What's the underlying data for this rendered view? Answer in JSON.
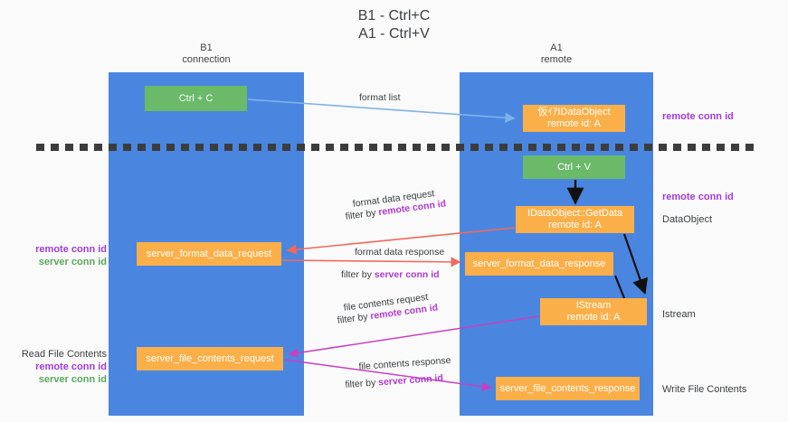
{
  "title": {
    "line1": "B1 - Ctrl+C",
    "line2": "A1 - Ctrl+V"
  },
  "columns": [
    {
      "name": "B1",
      "role": "connection"
    },
    {
      "name": "A1",
      "role": "remote"
    }
  ],
  "boxes": {
    "ctrl_c": {
      "label": "Ctrl + C",
      "color": "#6aba6a"
    },
    "idataobject": {
      "line1": "仮ｲｱIDataObject",
      "line2": "remote id: A",
      "color": "#fbaf49"
    },
    "ctrl_v": {
      "label": "Ctrl + V",
      "color": "#6aba6a"
    },
    "getdata": {
      "line1": "IDataObject::GetData",
      "line2": "remote id: A",
      "color": "#fbaf49"
    },
    "server_format_data_request": {
      "label": "server_format_data_request",
      "color": "#fbaf49"
    },
    "server_format_data_response": {
      "label": "server_format_data_response",
      "color": "#fbaf49"
    },
    "istream": {
      "line1": "IStream",
      "line2": "remote id: A",
      "color": "#fbaf49"
    },
    "server_file_contents_request": {
      "label": "server_file_contents_request",
      "color": "#fbaf49"
    },
    "server_file_contents_response": {
      "label": "server_file_contents_response",
      "color": "#fbaf49"
    }
  },
  "flows": {
    "format_list": "format list",
    "format_data_request": "format data request",
    "format_data_request_filter_prefix": "filter by ",
    "format_data_request_filter_key": "remote conn id",
    "format_data_response": "format data response",
    "format_data_response_filter_prefix": "filter by ",
    "format_data_response_filter_key": "server conn id",
    "file_contents_request": "file contents request",
    "file_contents_request_filter_prefix": "filter by ",
    "file_contents_request_filter_key": "remote conn id",
    "file_contents_response": "file contents response",
    "file_contents_response_filter_prefix": "filter by ",
    "file_contents_response_filter_key": "server conn id"
  },
  "side_labels": {
    "left_top_remote": "remote conn id",
    "left_top_server": "server conn id",
    "left_read_file_contents": "Read File Contents",
    "left_bottom_remote": "remote conn id",
    "left_bottom_server": "server conn id",
    "right_remote_1": "remote conn id",
    "right_remote_2": "remote conn id",
    "right_dataobject": "DataObject",
    "right_istream": "Istream",
    "right_write_file_contents": "Write File Contents"
  },
  "colors": {
    "column": "#4a86e0",
    "green_box": "#6aba6a",
    "orange_box": "#fbaf49",
    "purple_text": "#a33bd6",
    "green_text": "#5aa95a",
    "blue_arrow": "#7fb3e8",
    "red_arrow": "#ef6a5a",
    "magenta_arrow": "#c93fc0",
    "black_arrow": "#000000",
    "background": "#fafafa"
  }
}
